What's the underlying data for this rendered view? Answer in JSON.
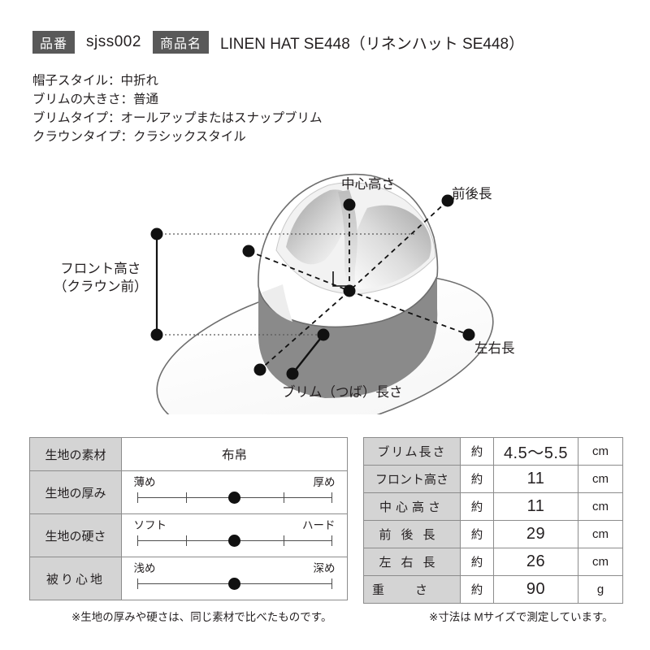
{
  "header": {
    "code_label": "品番",
    "code_value": "sjss002",
    "name_label": "商品名",
    "name_value": "LINEN HAT SE448（リネンハット SE448）"
  },
  "spec_lines": [
    "帽子スタイル：中折れ",
    "ブリムの大きさ：普通",
    "ブリムタイプ：オールアップまたはスナップブリム",
    "クラウンタイプ：クラシックスタイル"
  ],
  "diagram": {
    "labels": {
      "center_height": "中心高さ",
      "front_back": "前後長",
      "left_right": "左右長",
      "brim": "ブリム（つば）長さ",
      "front_height_line1": "フロント高さ",
      "front_height_line2": "（クラウン前）"
    },
    "colors": {
      "band": "#8a8a8a",
      "outline": "#6e6e6e",
      "point": "#111111"
    }
  },
  "fabric_table": {
    "rows": [
      {
        "label": "生地の素材",
        "type": "text",
        "value": "布帛"
      },
      {
        "label": "生地の厚み",
        "type": "scale",
        "low": "薄め",
        "high": "厚め",
        "ticks": 5,
        "position": 3
      },
      {
        "label": "生地の硬さ",
        "type": "scale",
        "low": "ソフト",
        "high": "ハード",
        "ticks": 5,
        "position": 3
      },
      {
        "label": "被り心地",
        "type": "scale",
        "low": "浅め",
        "high": "深め",
        "ticks": 2,
        "position": 3
      }
    ]
  },
  "measure_table": {
    "approx": "約",
    "rows": [
      {
        "label": "ブリム長さ",
        "value": "4.5〜5.5",
        "unit": "cm"
      },
      {
        "label": "フロント高さ",
        "value": "11",
        "unit": "cm"
      },
      {
        "label": "中心高さ",
        "value": "11",
        "unit": "cm"
      },
      {
        "label": "前後長",
        "value": "29",
        "unit": "cm"
      },
      {
        "label": "左右長",
        "value": "26",
        "unit": "cm"
      },
      {
        "label": "重さ",
        "value": "90",
        "unit": "g"
      }
    ]
  },
  "notes": {
    "left": "※生地の厚みや硬さは、同じ素材で比べたものです。",
    "right": "※寸法は Mサイズで測定しています。"
  }
}
